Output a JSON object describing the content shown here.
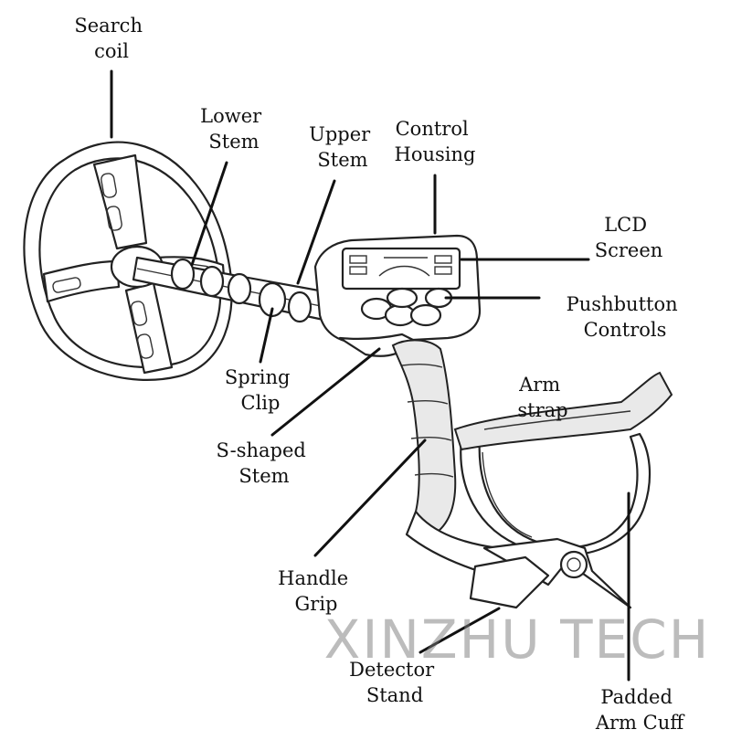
{
  "diagram": {
    "labels": {
      "search_coil": [
        "Search",
        "coil"
      ],
      "lower_stem": [
        "Lower",
        "Stem"
      ],
      "upper_stem": [
        "Upper",
        "Stem"
      ],
      "control_housing": [
        "Control",
        "Housing"
      ],
      "lcd_screen": [
        "LCD",
        "Screen"
      ],
      "pushbutton_controls": [
        "Pushbutton",
        "Controls"
      ],
      "spring_clip": [
        "Spring",
        "Clip"
      ],
      "arm_strap": [
        "Arm",
        "strap"
      ],
      "s_shaped_stem": [
        "S-shaped",
        "Stem"
      ],
      "handle_grip": [
        "Handle",
        "Grip"
      ],
      "detector_stand": [
        "Detector",
        "Stand"
      ],
      "padded_arm_cuff": [
        "Padded",
        "Arm Cuff"
      ]
    },
    "watermark": "XINZHU TECH"
  }
}
